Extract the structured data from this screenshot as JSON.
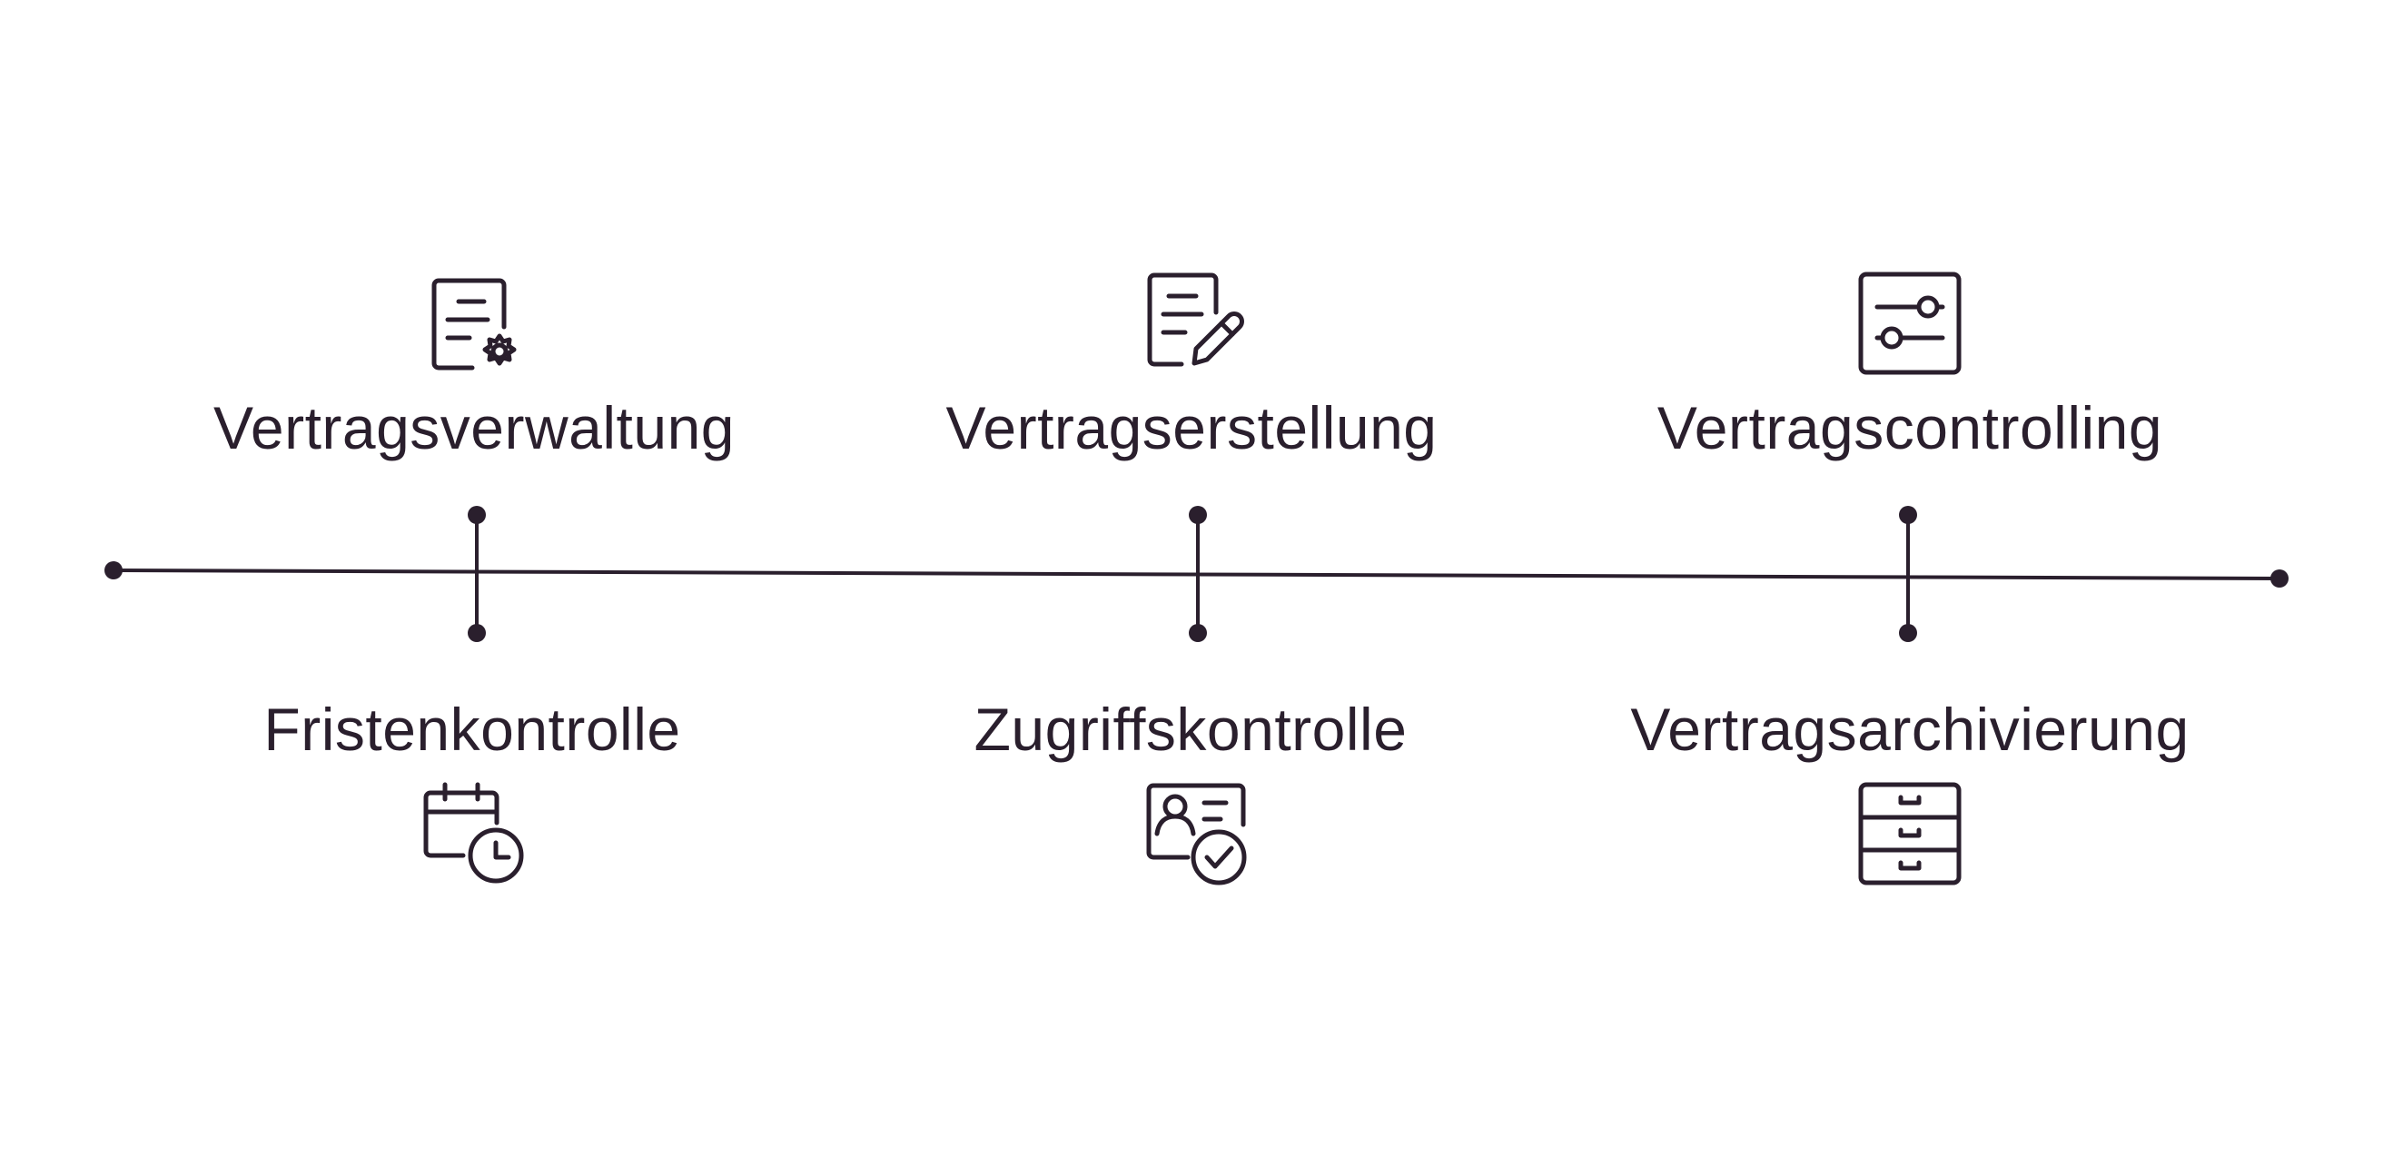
{
  "colors": {
    "ink": "#2a1f2d",
    "background": "#ffffff"
  },
  "features": {
    "top": [
      {
        "label": "Vertragsverwaltung",
        "icon": "document-gear-icon"
      },
      {
        "label": "Vertragserstellung",
        "icon": "document-pen-icon"
      },
      {
        "label": "Vertragscontrolling",
        "icon": "sliders-icon"
      }
    ],
    "bottom": [
      {
        "label": "Fristenkontrolle",
        "icon": "calendar-clock-icon"
      },
      {
        "label": "Zugriffskontrolle",
        "icon": "id-card-check-icon"
      },
      {
        "label": "Vertragsarchivierung",
        "icon": "file-cabinet-icon"
      }
    ]
  }
}
